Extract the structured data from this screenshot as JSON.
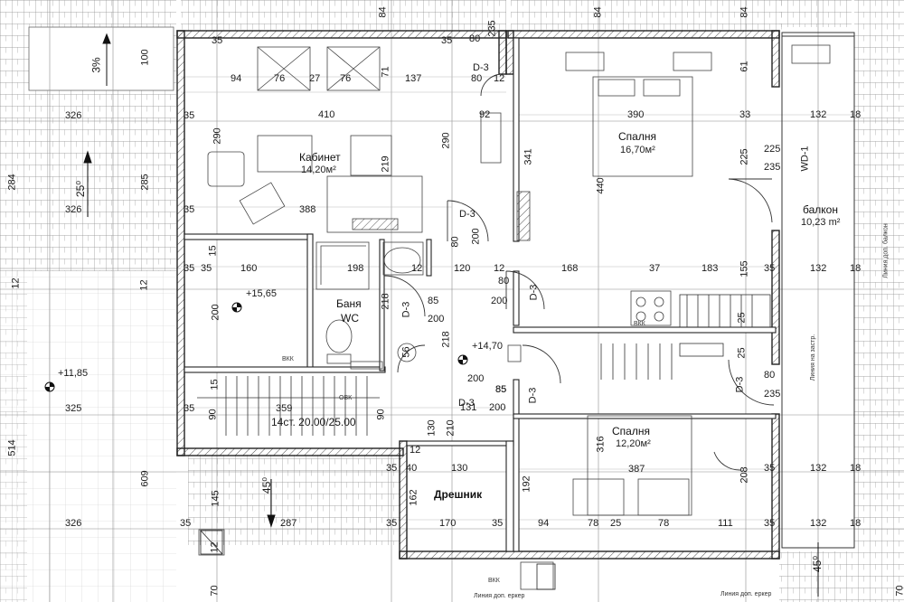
{
  "rooms": {
    "kabinet": {
      "name": "Кабинет",
      "area": "14,20м²"
    },
    "spalnya1": {
      "name": "Спалня",
      "area": "16,70м²"
    },
    "balkon": {
      "name": "балкон",
      "area": "10,23 m²"
    },
    "banya": {
      "name": "Баня",
      "sub": "WC"
    },
    "spalnya2": {
      "name": "Спалня",
      "area": "12,20м²"
    },
    "dreshnik": {
      "name": "Дрешник"
    }
  },
  "levels": {
    "l1": "+15,65",
    "l2": "+14,70",
    "l3": "+11,85"
  },
  "stair": {
    "label": "14ст. 20.00/25.00"
  },
  "doors": {
    "d3": "D-3",
    "wd1": "WD-1"
  },
  "vents": {
    "bkk": "ВКК",
    "ovk": "ОВК"
  },
  "slopes": {
    "s1": "3%",
    "s2": "25⁰",
    "s3": "45⁰",
    "s4": "45⁰"
  },
  "notes": {
    "bay_line_1": "Линия доп. еркер",
    "bay_line_2": "Линия доп. еркер",
    "setback": "Линия на застр.",
    "balcony_line": "Линия доп. балкон"
  },
  "dims": {
    "top": [
      "35",
      "35",
      "80",
      "235",
      "84",
      "84",
      "84"
    ],
    "kab": [
      "94",
      "76",
      "27",
      "76",
      "137",
      "71",
      "410",
      "290",
      "290",
      "219",
      "388",
      "35",
      "35",
      "35"
    ],
    "right": [
      "80",
      "12",
      "92",
      "341",
      "390",
      "61",
      "33",
      "132",
      "18",
      "440",
      "225",
      "225",
      "235"
    ],
    "bath": [
      "15",
      "160",
      "198",
      "12",
      "120",
      "12",
      "80",
      "200",
      "200",
      "35",
      "200",
      "218",
      "85",
      "200",
      "218",
      "56",
      "15",
      "12"
    ],
    "mid": [
      "168",
      "37",
      "183",
      "155",
      "35",
      "132",
      "18",
      "80",
      "200",
      "85",
      "25",
      "25",
      "80",
      "235"
    ],
    "lower": [
      "359",
      "90",
      "90",
      "130",
      "131",
      "200",
      "85",
      "210",
      "316",
      "387",
      "208",
      "35",
      "132",
      "18"
    ],
    "bottom": [
      "40",
      "130",
      "162",
      "192",
      "170",
      "94",
      "78",
      "25",
      "78",
      "111",
      "35",
      "132",
      "18"
    ],
    "leftcol": [
      "100",
      "326",
      "284",
      "285",
      "326",
      "12",
      "325",
      "514",
      "609",
      "326",
      "287",
      "145",
      "35",
      "35",
      "12",
      "70",
      "70",
      "35",
      "35",
      "35",
      "12"
    ]
  }
}
